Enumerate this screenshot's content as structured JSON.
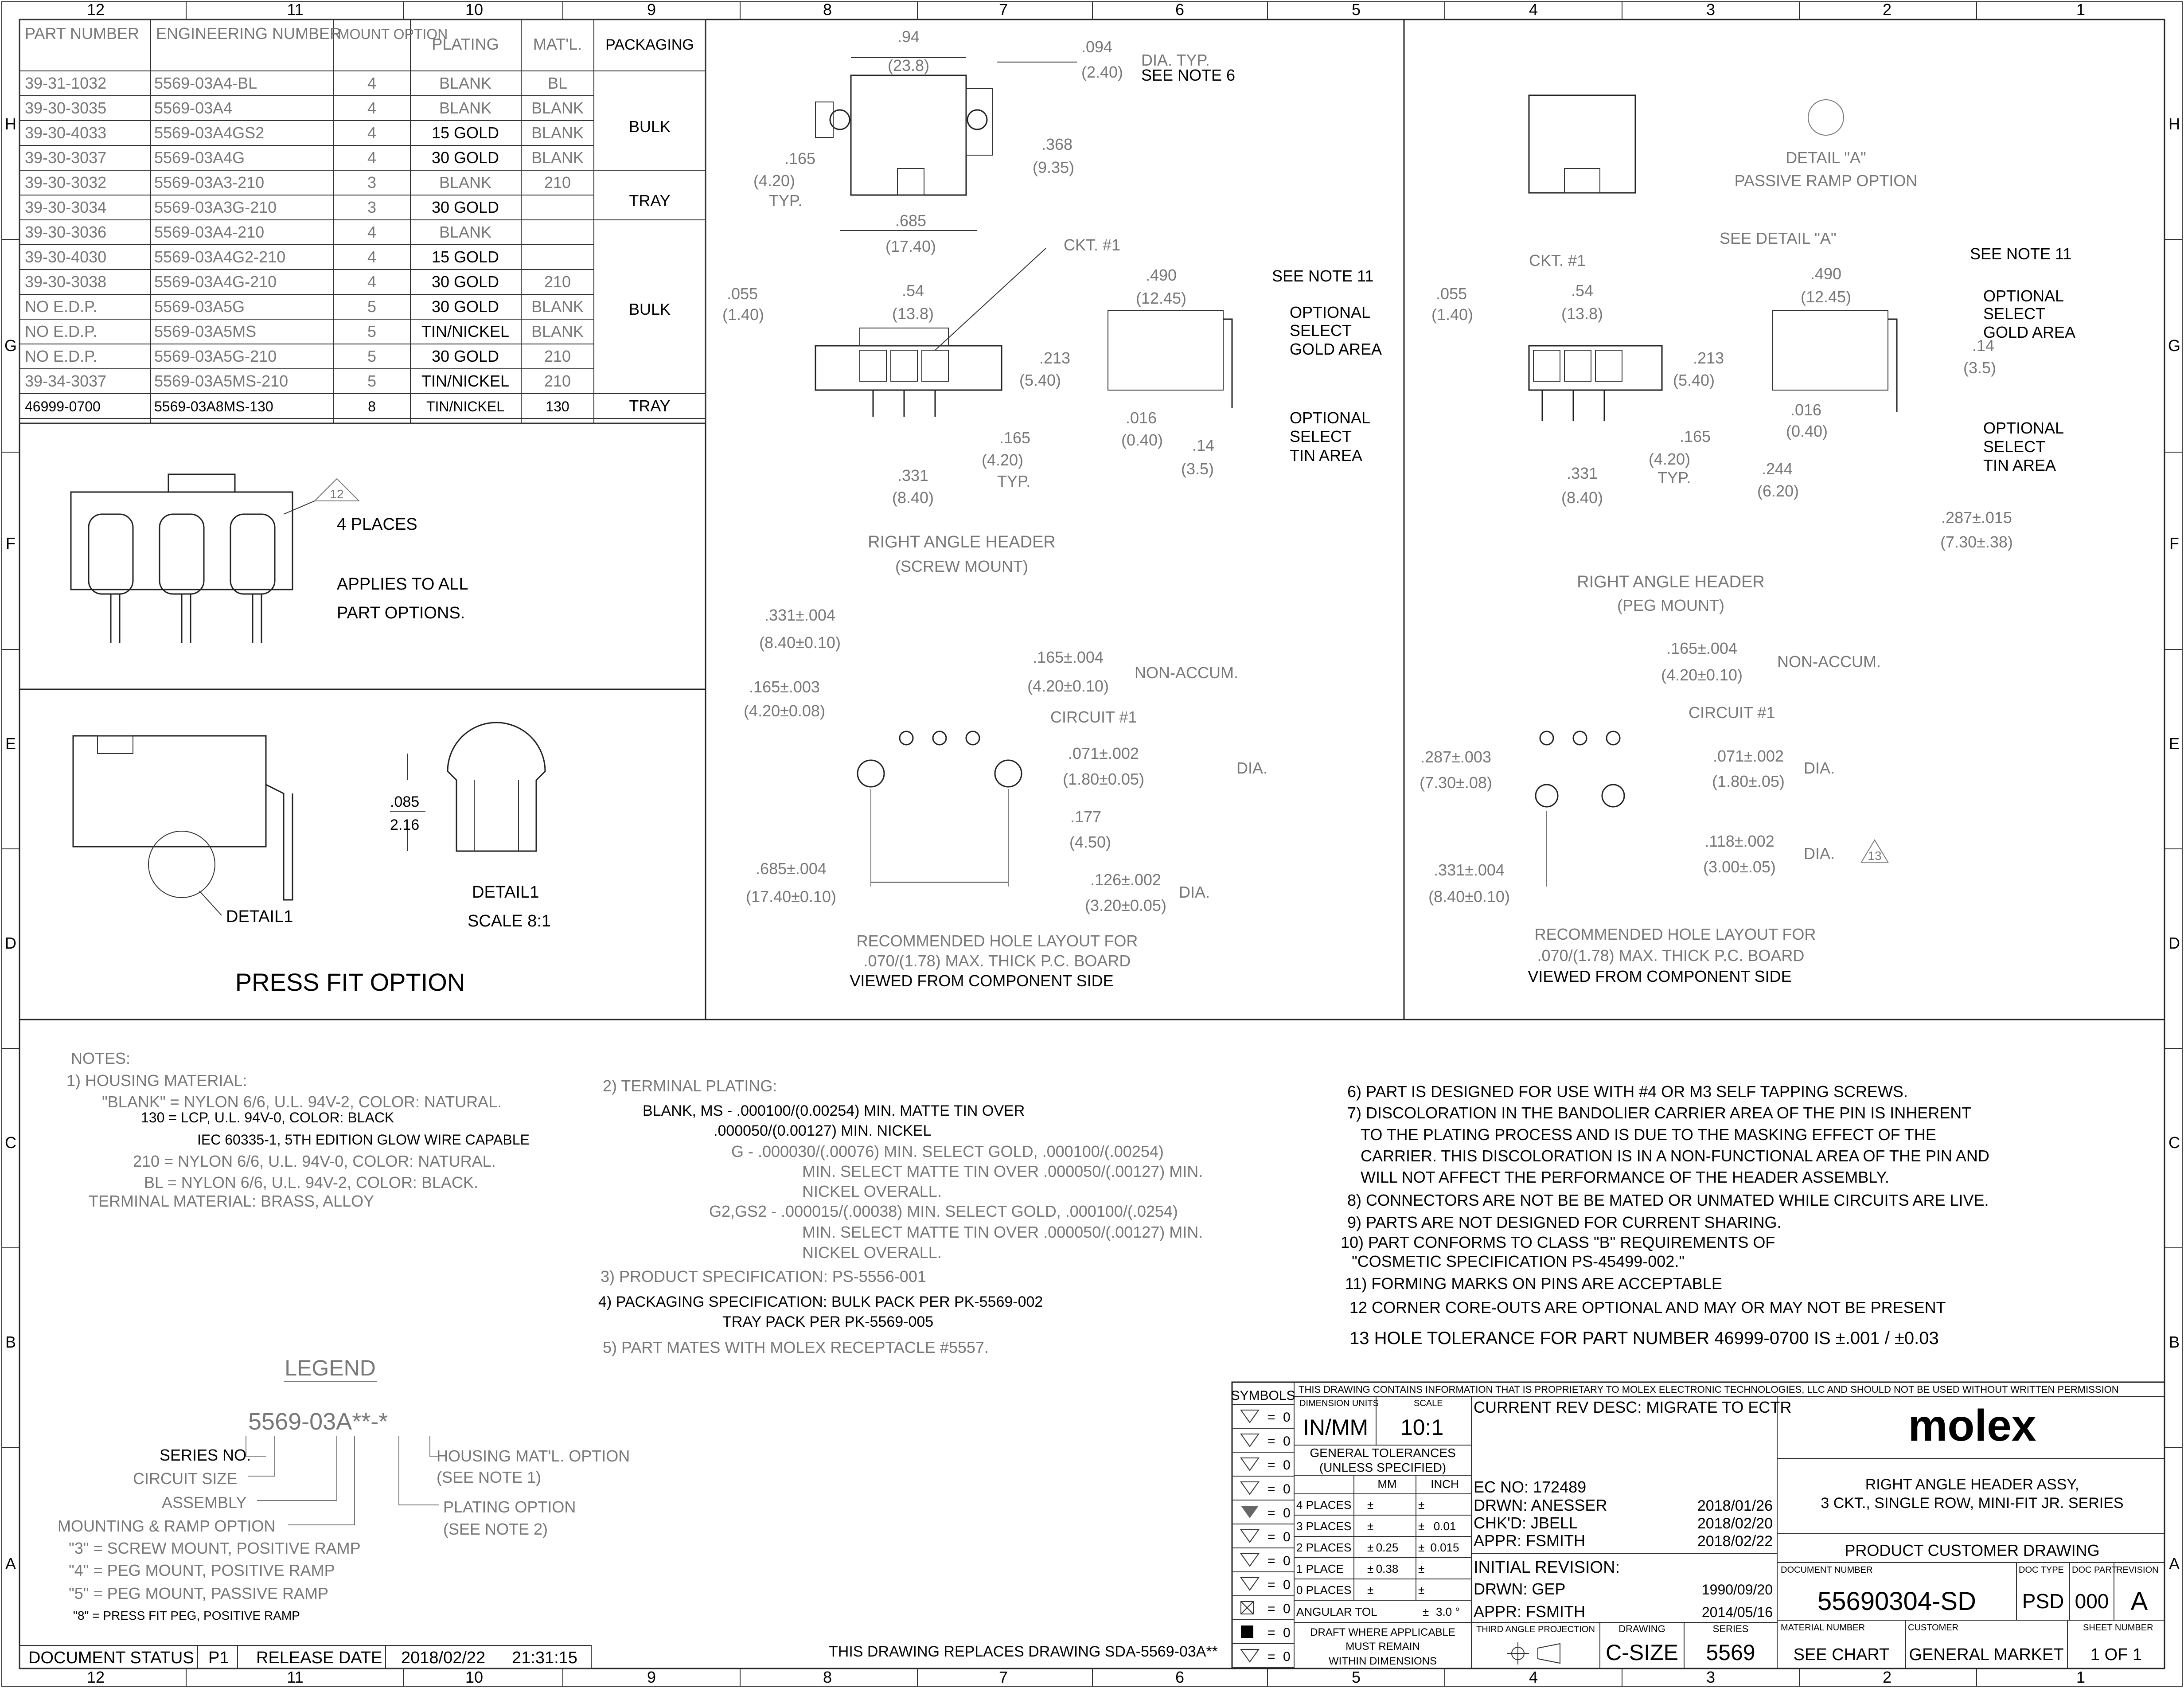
{
  "border": {
    "cols_top": [
      "12",
      "11",
      "10",
      "9",
      "8",
      "7",
      "6",
      "5",
      "4",
      "3",
      "2",
      "1"
    ],
    "rows_side": [
      "H",
      "G",
      "F",
      "E",
      "D",
      "C",
      "B",
      "A"
    ]
  },
  "parts_table": {
    "headers": [
      "PART NUMBER",
      "ENGINEERING NUMBER",
      "MOUNT OPTION",
      "PLATING",
      "MAT'L.",
      "PACKAGING"
    ],
    "rows": [
      [
        "39-31-1032",
        "5569-03A4-BL",
        "4",
        "BLANK",
        "BL",
        ""
      ],
      [
        "39-30-3035",
        "5569-03A4",
        "4",
        "BLANK",
        "BLANK",
        ""
      ],
      [
        "39-30-4033",
        "5569-03A4GS2",
        "4",
        "15 GOLD",
        "BLANK",
        ""
      ],
      [
        "39-30-3037",
        "5569-03A4G",
        "4",
        "30 GOLD",
        "BLANK",
        ""
      ],
      [
        "39-30-3032",
        "5569-03A3-210",
        "3",
        "BLANK",
        "210",
        ""
      ],
      [
        "39-30-3034",
        "5569-03A3G-210",
        "3",
        "30 GOLD",
        "",
        ""
      ],
      [
        "39-30-3036",
        "5569-03A4-210",
        "4",
        "BLANK",
        "",
        ""
      ],
      [
        "39-30-4030",
        "5569-03A4G2-210",
        "4",
        "15 GOLD",
        "",
        ""
      ],
      [
        "39-30-3038",
        "5569-03A4G-210",
        "4",
        "30 GOLD",
        "210",
        ""
      ],
      [
        "NO E.D.P.",
        "5569-03A5G",
        "5",
        "30 GOLD",
        "BLANK",
        ""
      ],
      [
        "NO E.D.P.",
        "5569-03A5MS",
        "5",
        "TIN/NICKEL",
        "BLANK",
        ""
      ],
      [
        "NO E.D.P.",
        "5569-03A5G-210",
        "5",
        "30 GOLD",
        "210",
        ""
      ],
      [
        "39-34-3037",
        "5569-03A5MS-210",
        "5",
        "TIN/NICKEL",
        "210",
        ""
      ],
      [
        "46999-0700",
        "5569-03A8MS-130",
        "8",
        "TIN/NICKEL",
        "130",
        "TRAY"
      ]
    ],
    "pack_bulk_1": "BULK",
    "pack_tray_1": "TRAY",
    "pack_bulk_2": "BULK"
  },
  "press_fit": {
    "note_num": "12",
    "places": "4 PLACES",
    "applies": "APPLIES TO ALL",
    "part_options": "PART OPTIONS.",
    "dim1": ".085",
    "dim2": "2.16",
    "detail_label": "DETAIL1",
    "detail_title": "DETAIL1",
    "scale": "SCALE 8:1",
    "title": "PRESS FIT OPTION"
  },
  "screw_view": {
    "d_94": ".94",
    "d_238": "(23.8)",
    "d_094": ".094",
    "d_240": "(2.40)",
    "dia_typ": "DIA. TYP.",
    "see_note6": "SEE NOTE 6",
    "d_165": ".165",
    "d_420": "(4.20)",
    "typ": "TYP.",
    "d_368": ".368",
    "d_935": "(9.35)",
    "d_685": ".685",
    "d_1740": "(17.40)",
    "ckt1": "CKT. #1",
    "d_055": ".055",
    "d_140": "(1.40)",
    "d_54": ".54",
    "d_138": "(13.8)",
    "d_490": ".490",
    "d_1245": "(12.45)",
    "see_note11": "SEE NOTE 11",
    "opt_gold_1": "OPTIONAL",
    "opt_gold_2": "SELECT",
    "opt_gold_3": "GOLD AREA",
    "d_213": ".213",
    "d_540": "(5.40)",
    "d_016": ".016",
    "d_040": "(0.40)",
    "opt_tin_1": "OPTIONAL",
    "opt_tin_2": "SELECT",
    "opt_tin_3": "TIN AREA",
    "d_165b": ".165",
    "d_420b": "(4.20)",
    "typb": "TYP.",
    "d_14": ".14",
    "d_35": "(3.5)",
    "d_331": ".331",
    "d_840": "(8.40)",
    "title": "RIGHT ANGLE HEADER",
    "subtitle": "(SCREW MOUNT)"
  },
  "screw_holes": {
    "a1": ".331±.004",
    "a2": "(8.40±0.10)",
    "b1": ".165±.004",
    "b2": "(4.20±0.10)",
    "nonaccum": "NON-ACCUM.",
    "c1": ".165±.003",
    "c2": "(4.20±0.08)",
    "circuit1": "CIRCUIT #1",
    "d1": ".071±.002",
    "d2": "(1.80±0.05)",
    "dia1": "DIA.",
    "e1": ".177",
    "e2": "(4.50)",
    "f1": ".685±.004",
    "f2": "(17.40±0.10)",
    "g1": ".126±.002",
    "g2": "(3.20±0.05)",
    "dia2": "DIA.",
    "rec1": "RECOMMENDED HOLE LAYOUT FOR",
    "rec2": ".070/(1.78) MAX. THICK P.C. BOARD",
    "rec3": "VIEWED FROM COMPONENT SIDE"
  },
  "peg_view": {
    "detail_a": "DETAIL \"A\"",
    "passive": "PASSIVE RAMP OPTION",
    "see_detail": "SEE DETAIL \"A\"",
    "ckt1": "CKT. #1",
    "see_note11": "SEE NOTE 11",
    "d_055": ".055",
    "d_140": "(1.40)",
    "d_54": ".54",
    "d_138": "(13.8)",
    "d_490": ".490",
    "d_1245": "(12.45)",
    "opt_gold_1": "OPTIONAL",
    "opt_gold_2": "SELECT",
    "opt_gold_3": "GOLD AREA",
    "d_213": ".213",
    "d_540": "(5.40)",
    "d_14": ".14",
    "d_35": "(3.5)",
    "d_016": ".016",
    "d_040": "(0.40)",
    "opt_tin_1": "OPTIONAL",
    "opt_tin_2": "SELECT",
    "opt_tin_3": "TIN AREA",
    "d_165": ".165",
    "d_420": "(4.20)",
    "typ": "TYP.",
    "d_244": ".244",
    "d_620": "(6.20)",
    "d_331": ".331",
    "d_840": "(8.40)",
    "d_287": ".287±.015",
    "d_730": "(7.30±.38)",
    "title": "RIGHT ANGLE HEADER",
    "subtitle": "(PEG MOUNT)"
  },
  "peg_holes": {
    "b1": ".165±.004",
    "b2": "(4.20±0.10)",
    "nonaccum": "NON-ACCUM.",
    "circuit1": "CIRCUIT #1",
    "c1": ".287±.003",
    "c2": "(7.30±.08)",
    "d1": ".071±.002",
    "d2": "(1.80±.05)",
    "dia1": "DIA.",
    "e1": ".118±.002",
    "e2": "(3.00±.05)",
    "dia2": "DIA.",
    "n13": "13",
    "a1": ".331±.004",
    "a2": "(8.40±0.10)",
    "rec1": "RECOMMENDED HOLE LAYOUT FOR",
    "rec2": ".070/(1.78) MAX. THICK P.C. BOARD",
    "rec3": "VIEWED FROM COMPONENT SIDE"
  },
  "notes_left": [
    "NOTES:",
    "1) HOUSING MATERIAL:",
    "\"BLANK\" = NYLON 6/6, U.L. 94V-2, COLOR: NATURAL.",
    "130 = LCP, U.L. 94V-0, COLOR: BLACK",
    "IEC 60335-1, 5TH EDITION GLOW WIRE CAPABLE",
    "210 = NYLON 6/6, U.L. 94V-0, COLOR: NATURAL.",
    "BL = NYLON 6/6, U.L. 94V-2, COLOR: BLACK.",
    "TERMINAL MATERIAL: BRASS, ALLOY"
  ],
  "notes_mid": [
    "2) TERMINAL PLATING:",
    "BLANK, MS - .000100/(0.00254) MIN. MATTE TIN OVER",
    ".000050/(0.00127) MIN. NICKEL",
    "G    - .000030/(.00076) MIN. SELECT GOLD, .000100/(.00254)",
    "MIN. SELECT MATTE TIN OVER .000050/(.00127) MIN.",
    "NICKEL OVERALL.",
    "G2,GS2 - .000015/(.00038) MIN. SELECT GOLD, .000100/(.0254)",
    "MIN. SELECT MATTE TIN OVER .000050/(.00127) MIN.",
    "NICKEL OVERALL.",
    "3) PRODUCT SPECIFICATION: PS-5556-001",
    "4) PACKAGING SPECIFICATION: BULK PACK PER PK-5569-002",
    "TRAY PACK PER PK-5569-005",
    "5) PART MATES WITH MOLEX RECEPTACLE #5557."
  ],
  "notes_right": [
    "6) PART IS DESIGNED FOR USE WITH #4 OR M3 SELF TAPPING SCREWS.",
    "7) DISCOLORATION IN THE BANDOLIER CARRIER AREA OF THE PIN IS INHERENT",
    "TO THE PLATING PROCESS AND IS DUE TO THE MASKING EFFECT OF THE",
    "CARRIER. THIS DISCOLORATION IS IN A NON-FUNCTIONAL AREA OF THE PIN AND",
    "WILL NOT AFFECT THE PERFORMANCE OF THE HEADER ASSEMBLY.",
    "8) CONNECTORS ARE NOT BE BE MATED OR UNMATED WHILE CIRCUITS ARE LIVE.",
    "9) PARTS ARE NOT DESIGNED FOR CURRENT SHARING.",
    "10) PART CONFORMS TO CLASS \"B\" REQUIREMENTS OF",
    "\"COSMETIC SPECIFICATION PS-45499-002.\"",
    "11) FORMING MARKS ON PINS ARE ACCEPTABLE",
    "12 CORNER CORE-OUTS ARE OPTIONAL AND MAY OR MAY NOT BE PRESENT",
    "13 HOLE TOLERANCE FOR PART NUMBER 46999-0700 IS ±.001 / ±0.03"
  ],
  "legend": {
    "title": "LEGEND",
    "code": "5569-03A**-*",
    "series": "SERIES  NO.",
    "circuit": "CIRCUIT SIZE",
    "assembly": "ASSEMBLY",
    "mounting": "MOUNTING & RAMP OPTION",
    "m3": "\"3\" = SCREW MOUNT, POSITIVE RAMP",
    "m4": "\"4\" = PEG MOUNT, POSITIVE RAMP",
    "m5": "\"5\" = PEG MOUNT, PASSIVE RAMP",
    "m8": "\"8\" = PRESS FIT PEG, POSITIVE RAMP",
    "housing": "HOUSING MAT'L. OPTION",
    "see_note1": "(SEE NOTE 1)",
    "plating": "PLATING OPTION",
    "see_note2": "(SEE NOTE 2)"
  },
  "status": {
    "doc_status": "DOCUMENT STATUS",
    "p1": "P1",
    "release": "RELEASE DATE",
    "date": "2018/02/22",
    "time": "21:31:15",
    "replaces": "THIS DRAWING REPLACES DRAWING SDA-5569-03A**"
  },
  "title_block": {
    "proprietary": "THIS DRAWING CONTAINS INFORMATION THAT IS PROPRIETARY TO MOLEX ELECTRONIC TECHNOLOGIES, LLC AND SHOULD NOT BE USED WITHOUT WRITTEN PERMISSION",
    "symbols": "SYMBOLS",
    "sym_vals": [
      "0",
      "0",
      "0",
      "0",
      "0",
      "0",
      "0",
      "0",
      "0",
      "0",
      "0"
    ],
    "dim_units": "DIMENSION UNITS",
    "scale_lbl": "SCALE",
    "units": "IN/MM",
    "scale": "10:1",
    "gen_tol": "GENERAL TOLERANCES",
    "unless": "(UNLESS SPECIFIED)",
    "mm": "MM",
    "inch": "INCH",
    "tol_rows": [
      [
        "4 PLACES",
        "±",
        "",
        "±",
        ""
      ],
      [
        "3 PLACES",
        "±",
        "",
        "±",
        "0.01"
      ],
      [
        "2 PLACES",
        "±",
        "0.25",
        "±",
        "0.015"
      ],
      [
        "1 PLACE",
        "±",
        "0.38",
        "±",
        ""
      ],
      [
        "0 PLACES",
        "±",
        "",
        "±",
        ""
      ]
    ],
    "angular": "ANGULAR TOL",
    "angular_pm": "±",
    "angular_val": "3.0 °",
    "draft1": "DRAFT WHERE APPLICABLE",
    "draft2": "MUST REMAIN",
    "draft3": "WITHIN DIMENSIONS",
    "rev_desc": "CURRENT REV DESC: MIGRATE TO ECTR",
    "ec_no": "EC NO:  172489",
    "drwn": "DRWN:  ANESSER",
    "drwn_date": "2018/01/26",
    "chkd": "CHK'D:  JBELL",
    "chkd_date": "2018/02/20",
    "appr": "APPR:  FSMITH",
    "appr_date": "2018/02/22",
    "initial": "INITIAL REVISION:",
    "i_drwn": "DRWN:  GEP",
    "i_drwn_date": "1990/09/20",
    "i_appr": "APPR:  FSMITH",
    "i_appr_date": "2014/05/16",
    "third_angle": "THIRD ANGLE PROJECTION",
    "drawing_lbl": "DRAWING",
    "drawing_val": "C-SIZE",
    "series_lbl": "SERIES",
    "series_val": "5569",
    "logo": "molex",
    "desc1": "RIGHT ANGLE HEADER ASSY,",
    "desc2": "3 CKT., SINGLE ROW, MINI-FIT JR. SERIES",
    "product": "PRODUCT CUSTOMER DRAWING",
    "doc_no_lbl": "DOCUMENT NUMBER",
    "doc_no": "55690304-SD",
    "doc_type_lbl": "DOC TYPE",
    "doc_type": "PSD",
    "doc_part_lbl": "DOC PART",
    "doc_part": "000",
    "revision_lbl": "REVISION",
    "revision": "A",
    "material_lbl": "MATERIAL NUMBER",
    "material": "SEE CHART",
    "customer_lbl": "CUSTOMER",
    "customer": "GENERAL MARKET",
    "sheet_lbl": "SHEET NUMBER",
    "sheet": "1 OF 1"
  }
}
